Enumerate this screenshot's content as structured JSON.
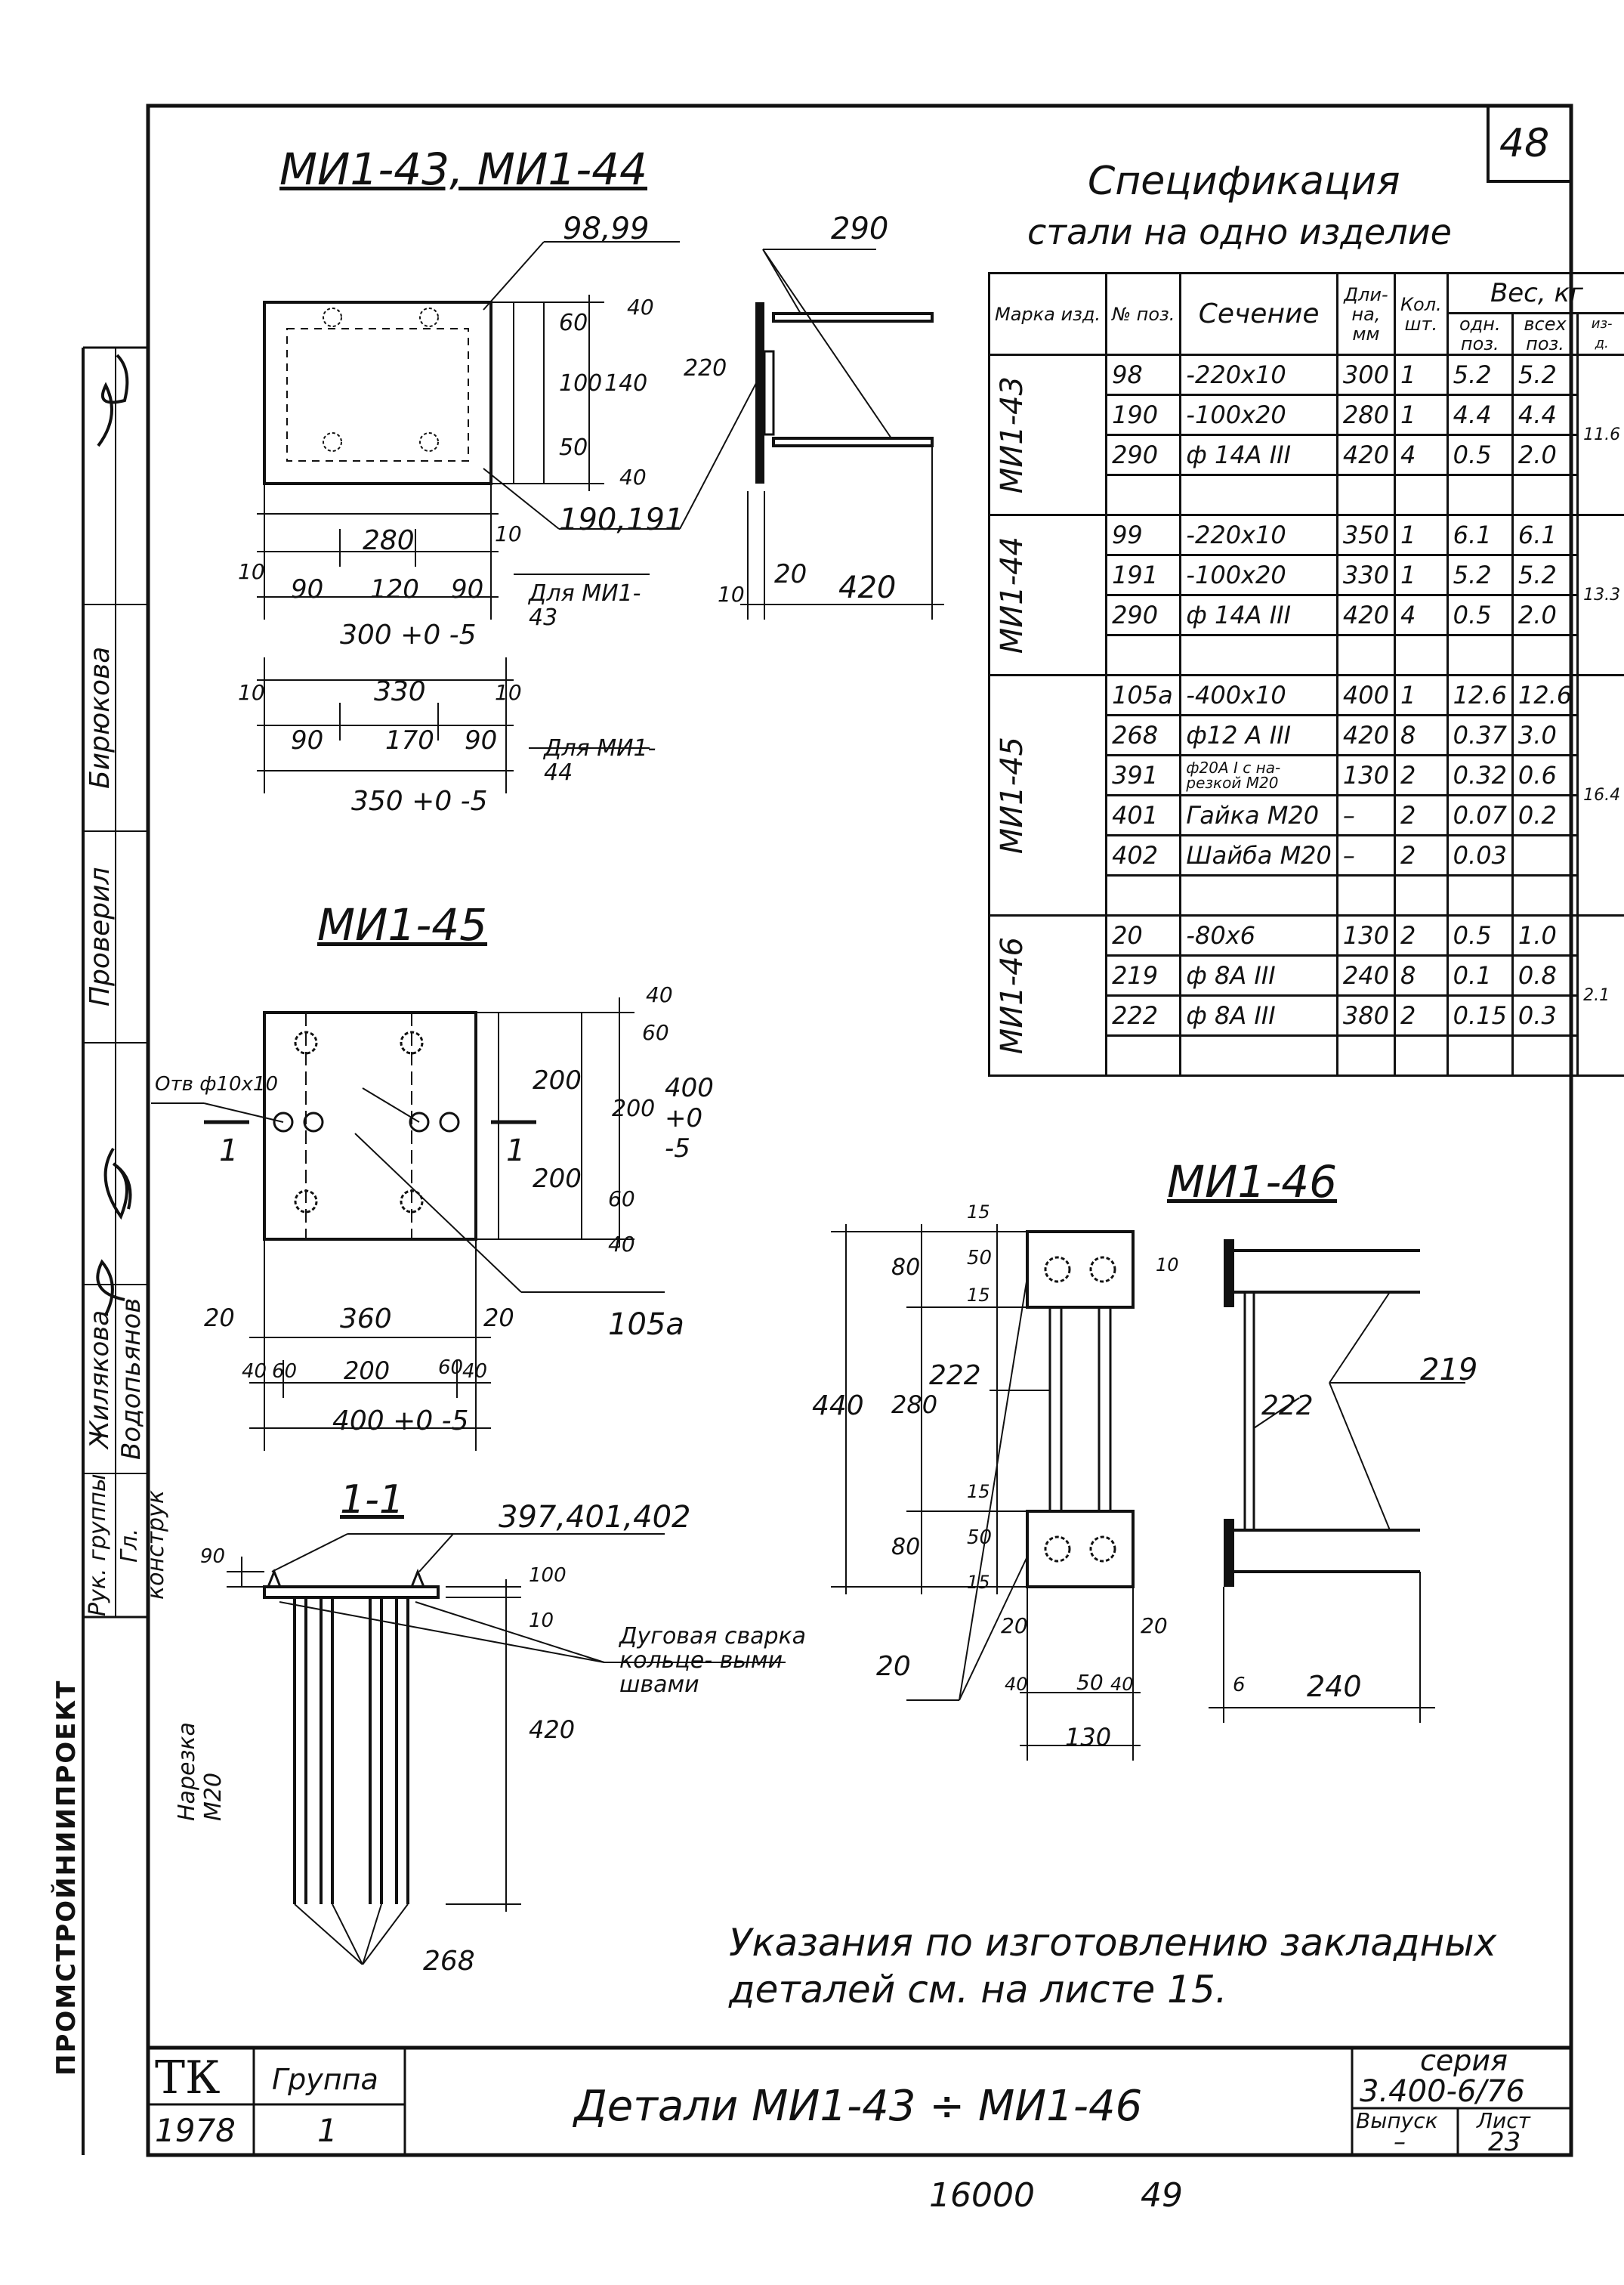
{
  "sheet_number_top": "48",
  "titles": {
    "mi43_44": "МИ1-43, МИ1-44",
    "mi45": "МИ1-45",
    "mi46": "МИ1-46",
    "section_1_1": "1-1"
  },
  "spec": {
    "title_line1": "Спецификация",
    "title_line2": "стали на одно изделие",
    "headers": {
      "mark": "Марка изд.",
      "pos": "№ поз.",
      "section": "Сечение",
      "length": "Дли- на, мм",
      "qty": "Кол. шт.",
      "weight": "Вес, кг",
      "weight_one": "одн. поз.",
      "weight_all": "всех поз.",
      "weight_total": "из- д."
    },
    "groups": [
      {
        "mark": "МИ1-43",
        "total": "11.6",
        "rows": [
          {
            "pos": "98",
            "section": "-220x10",
            "length": "300",
            "qty": "1",
            "one": "5.2",
            "all": "5.2"
          },
          {
            "pos": "190",
            "section": "-100x20",
            "length": "280",
            "qty": "1",
            "one": "4.4",
            "all": "4.4"
          },
          {
            "pos": "290",
            "section": "ф 14А III",
            "length": "420",
            "qty": "4",
            "one": "0.5",
            "all": "2.0"
          }
        ]
      },
      {
        "mark": "МИ1-44",
        "total": "13.3",
        "rows": [
          {
            "pos": "99",
            "section": "-220x10",
            "length": "350",
            "qty": "1",
            "one": "6.1",
            "all": "6.1"
          },
          {
            "pos": "191",
            "section": "-100x20",
            "length": "330",
            "qty": "1",
            "one": "5.2",
            "all": "5.2"
          },
          {
            "pos": "290",
            "section": "ф 14А III",
            "length": "420",
            "qty": "4",
            "one": "0.5",
            "all": "2.0"
          }
        ]
      },
      {
        "mark": "МИ1-45",
        "total": "16.4",
        "rows": [
          {
            "pos": "105а",
            "section": "-400x10",
            "length": "400",
            "qty": "1",
            "one": "12.6",
            "all": "12.6"
          },
          {
            "pos": "268",
            "section": "ф12 А III",
            "length": "420",
            "qty": "8",
            "one": "0.37",
            "all": "3.0"
          },
          {
            "pos": "391",
            "section": "ф20А I с на- резкой М20",
            "length": "130",
            "qty": "2",
            "one": "0.32",
            "all": "0.6"
          },
          {
            "pos": "401",
            "section": "Гайка М20",
            "length": "–",
            "qty": "2",
            "one": "0.07",
            "all": "0.2"
          },
          {
            "pos": "402",
            "section": "Шайба М20",
            "length": "–",
            "qty": "2",
            "one": "0.03",
            "all": ""
          }
        ]
      },
      {
        "mark": "МИ1-46",
        "total": "2.1",
        "rows": [
          {
            "pos": "20",
            "section": "-80x6",
            "length": "130",
            "qty": "2",
            "one": "0.5",
            "all": "1.0"
          },
          {
            "pos": "219",
            "section": "ф 8А III",
            "length": "240",
            "qty": "8",
            "one": "0.1",
            "all": "0.8"
          },
          {
            "pos": "222",
            "section": "ф 8А III",
            "length": "380",
            "qty": "2",
            "one": "0.15",
            "all": "0.3"
          }
        ]
      }
    ]
  },
  "dims_top": {
    "d98_99": "98,99",
    "d290": "290",
    "d40a": "40",
    "d60": "60",
    "d100": "100",
    "d140": "140",
    "d220": "220",
    "d50": "50",
    "d40b": "40",
    "d190_191": "190,191",
    "d20": "20",
    "d10a": "10",
    "d420": "420",
    "d10b": "10",
    "d280": "280",
    "d10c": "10",
    "d90a": "90",
    "d120": "120",
    "d90b": "90",
    "d300": "300 +0 -5",
    "for43": "Для МИ1-43",
    "d10d": "10",
    "d330": "330",
    "d10e": "10",
    "d90c": "90",
    "d170": "170",
    "d90d": "90",
    "d350": "350 +0 -5",
    "for44": "Для МИ1-44"
  },
  "dims_45": {
    "otv": "Отв ф10х10",
    "d40": "40",
    "d60a": "60",
    "d200a": "200",
    "d200b": "200",
    "d400v": "400 +0 -5",
    "d200c": "200",
    "d60b": "60",
    "d40b": "40",
    "sec": "1",
    "d105": "105а",
    "d20a": "20",
    "d360": "360",
    "d20b": "20",
    "d40c": "40",
    "d60c": "60",
    "d200d": "200",
    "d60d": "60",
    "d40d": "40",
    "d400h": "400 +0 -5"
  },
  "dims_11": {
    "d397": "397,401,402",
    "d90": "90",
    "d100": "100",
    "d10": "10",
    "d420": "420",
    "narezka": "Нарезка М20",
    "weld": "Дуговая сварка кольце- выми швами",
    "d268": "268"
  },
  "dims_46": {
    "d15a": "15",
    "d50a": "50",
    "d15b": "15",
    "d80a": "80",
    "d440": "440",
    "d280": "280",
    "d222a": "222",
    "d15c": "15",
    "d50b": "50",
    "d15d": "15",
    "d80b": "80",
    "d20a": "20",
    "d20b": "20",
    "d20c": "20",
    "d40": "40",
    "d50c": "50",
    "d40b": "40",
    "d130": "130",
    "d10": "10",
    "d222b": "222",
    "d219": "219",
    "d6": "6",
    "d240": "240"
  },
  "note": "Указания по изготовлению закладных деталей см. на листе 15.",
  "left_strip": {
    "org": "ПРОМСТРОЙНИИПРОЕКТ",
    "roles": [
      "Гл. конструк",
      "Рук. группы"
    ],
    "names": [
      "Водопьянов",
      "Жилякова",
      "Проверил",
      "Бирюкова"
    ]
  },
  "title_block": {
    "tk": "ТК",
    "group_label": "Группа",
    "year": "1978",
    "group_value": "1",
    "title": "Детали МИ1-43 ÷ МИ1-46",
    "series_label": "серия",
    "series": "3.400-6/76",
    "issue_label": "Выпуск",
    "issue": "–",
    "sheet_label": "Лист",
    "sheet": "23"
  },
  "footer": {
    "left": "16000",
    "right": "49"
  }
}
